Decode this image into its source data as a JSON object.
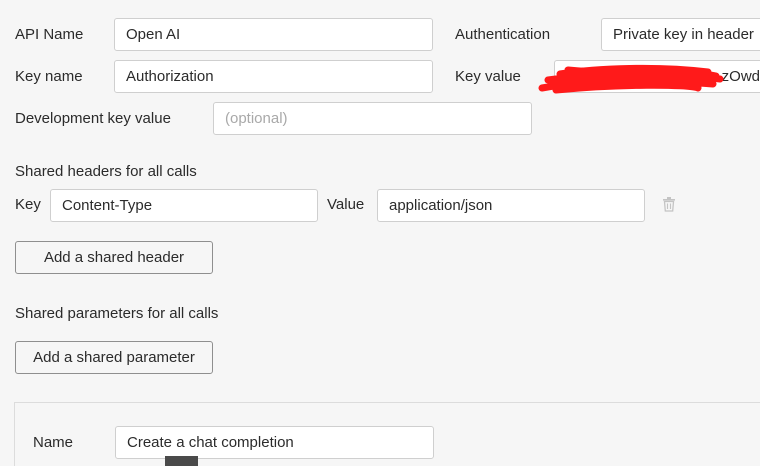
{
  "api": {
    "api_name_label": "API Name",
    "api_name_value": "Open AI",
    "authentication_label": "Authentication",
    "authentication_value": "Private key in header",
    "key_name_label": "Key name",
    "key_name_value": "Authorization",
    "key_value_label": "Key value",
    "key_value_visible_suffix": "zOwd",
    "dev_key_label": "Development key value",
    "dev_key_placeholder": "(optional)"
  },
  "shared_headers": {
    "title": "Shared headers for all calls",
    "key_label": "Key",
    "key_value": "Content-Type",
    "value_label": "Value",
    "value_value": "application/json",
    "add_button": "Add a shared header"
  },
  "shared_parameters": {
    "title": "Shared parameters for all calls",
    "add_button": "Add a shared parameter"
  },
  "call": {
    "name_label": "Name",
    "name_value": "Create a chat completion"
  },
  "icons": {
    "delete_header": "trash-icon"
  },
  "colors": {
    "redaction": "#ff1a1a",
    "border": "#cfcfcf",
    "button_border": "#8f8f8f",
    "background": "#f6f6f6"
  }
}
